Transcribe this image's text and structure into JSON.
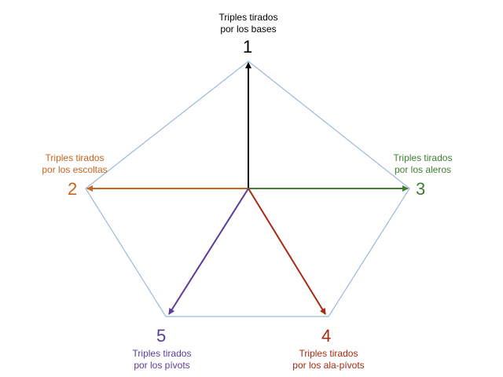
{
  "nodes": [
    {
      "number": "1",
      "line1": "Triples tirados",
      "line2": "por los bases",
      "color": "#000000"
    },
    {
      "number": "2",
      "line1": "Triples tirados",
      "line2": "por los escoltas",
      "color": "#c8641e"
    },
    {
      "number": "3",
      "line1": "Triples tirados",
      "line2": "por los aleros",
      "color": "#3f7f2f"
    },
    {
      "number": "4",
      "line1": "Triples tirados",
      "line2": "por los ala-pívots",
      "color": "#a52a10"
    },
    {
      "number": "5",
      "line1": "Triples tirados",
      "line2": "por los pívots",
      "color": "#5a3c9a"
    }
  ],
  "pentagon_color": "#9ab8dc"
}
